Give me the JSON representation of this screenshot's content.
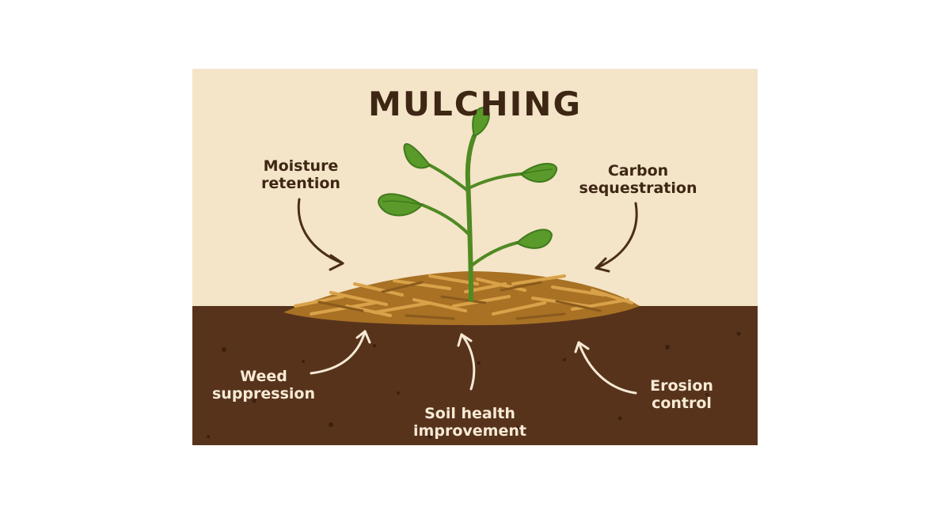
{
  "diagram": {
    "title": "MULCHING",
    "labels": {
      "moisture_retention": "Moisture\nretention",
      "carbon_sequestration": "Carbon\nsequestration",
      "weed_suppression": "Weed\nsuppression",
      "soil_health_improvement": "Soil health\nimprovement",
      "erosion_control": "Erosion\ncontrol"
    },
    "colors": {
      "background": "#f4e4c8",
      "soil": "#58331b",
      "mulch": "#c8932f",
      "leaf": "#5a9a2a",
      "title_text": "#3e2614",
      "soil_text": "#f6ead6"
    },
    "icons": [
      "plant-icon",
      "mulch-layer",
      "arrow-icon"
    ]
  }
}
